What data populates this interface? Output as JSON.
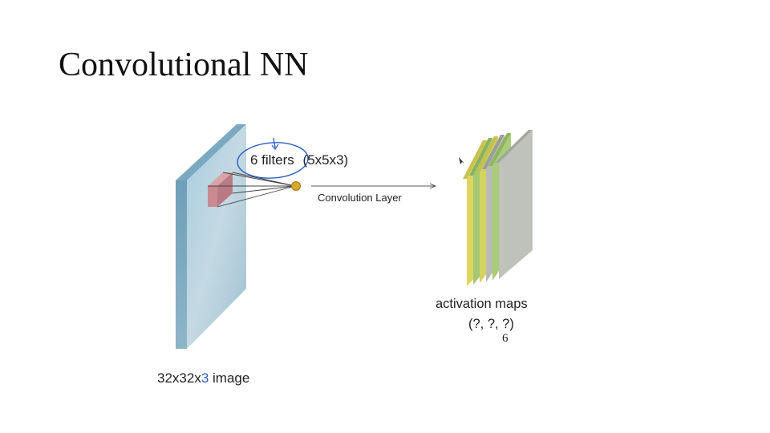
{
  "slide": {
    "title": "Convolutional NN",
    "page_number": "6"
  },
  "diagram": {
    "filters_label": "6 filters",
    "filter_size_label": "(5x5x3)",
    "arrow_label": "Convolution Layer",
    "output_label_line1": "activation maps",
    "output_label_line2": "(?, ?, ?)",
    "input_label_prefix": "32x32x",
    "input_label_depth": "3",
    "input_label_suffix": " image",
    "colors": {
      "input_volume": "#9fc6d8",
      "filter_cube": "#c98a92",
      "neuron": "#d9a82e",
      "annotation_ink": "#2b5fc4",
      "map_yellow": "#d8d25a",
      "map_green": "#9cc36a",
      "map_gray": "#b8bcb4"
    }
  }
}
